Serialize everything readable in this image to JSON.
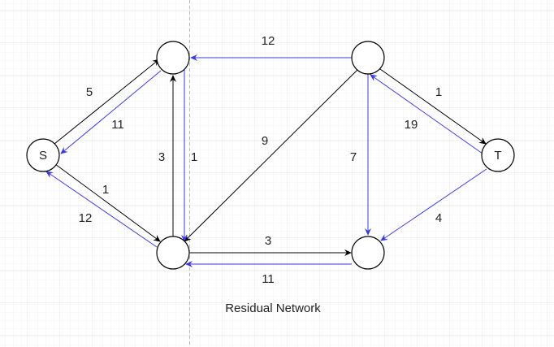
{
  "title": "Residual Network",
  "colors": {
    "forward": "#000000",
    "residual": "#3c3cdc",
    "grid": "#e8e8e8"
  },
  "nodes": {
    "s": "S",
    "t": "T"
  },
  "edge_labels": {
    "c_to_a": "12",
    "s_to_a": "5",
    "a_to_s": "11",
    "b_to_a": "3",
    "a_to_b": "1",
    "c_to_b": "9",
    "c_to_d": "7",
    "c_to_t": "1",
    "t_to_c": "19",
    "s_to_b": "1",
    "b_to_s": "12",
    "b_to_d": "3",
    "d_to_b": "11",
    "t_to_d": "4"
  }
}
